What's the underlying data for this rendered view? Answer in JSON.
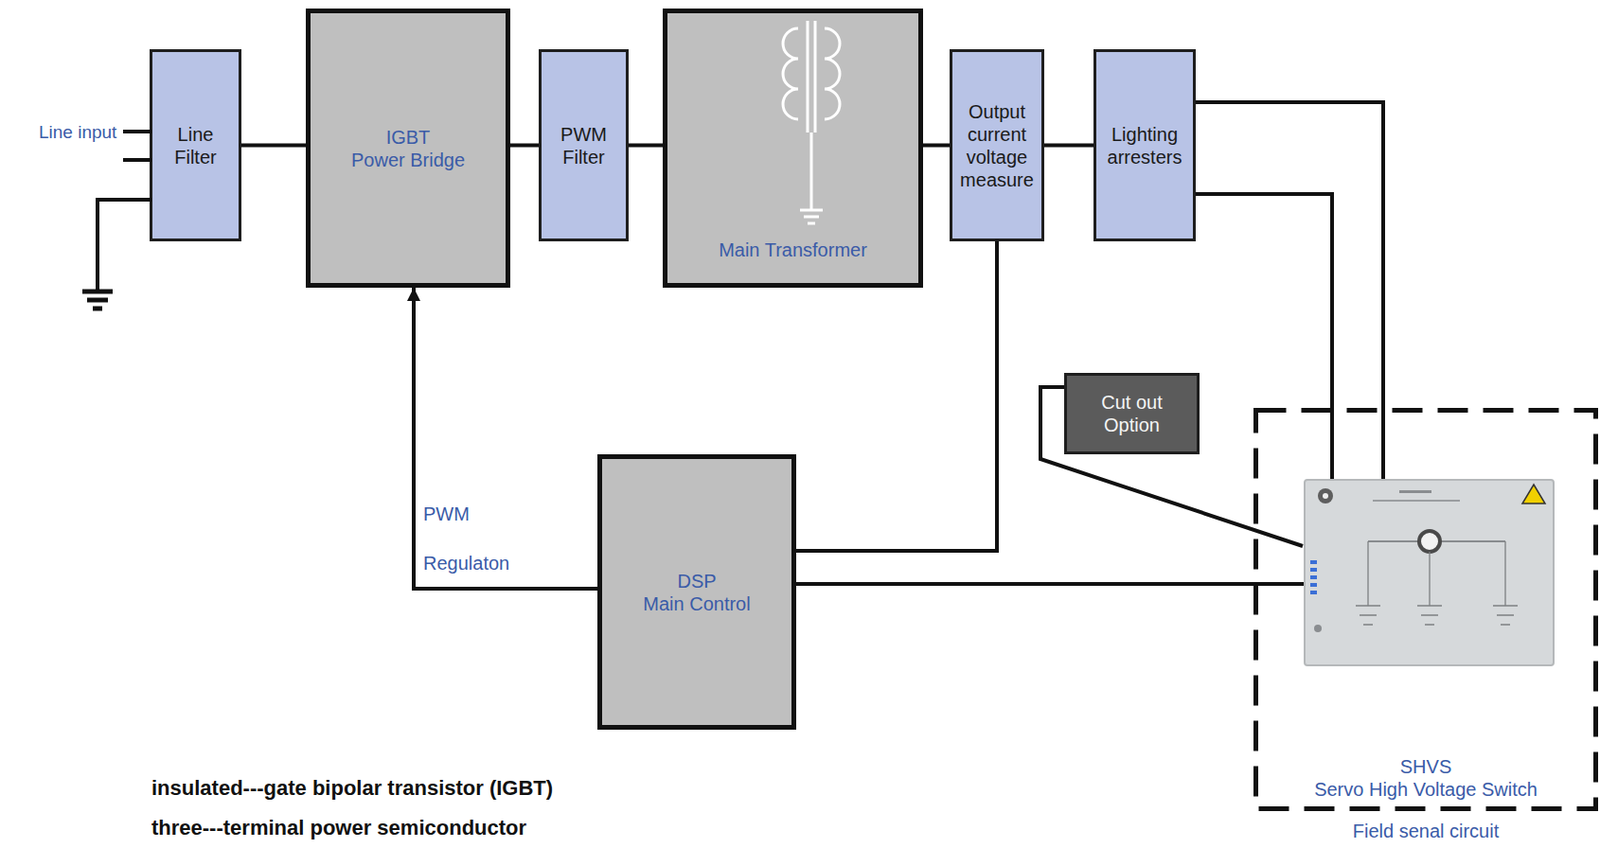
{
  "diagram": {
    "nodes": [
      {
        "text": [
          "Line Filter"
        ]
      },
      {
        "text": [
          "IGBT Power Bridge"
        ]
      },
      {
        "text": [
          "PWM Filter"
        ]
      },
      {
        "text": [
          "Main Transformer"
        ]
      },
      {
        "text": [
          "Output current voltage measure"
        ]
      },
      {
        "text": [
          "Lighting arresters"
        ]
      },
      {
        "text": [
          "DSP Main Control"
        ]
      },
      {
        "text": [
          "Cut out Option"
        ]
      },
      {
        "text": [
          "SHVS",
          "Servo High Voltage Switch",
          "Field senal circuit"
        ]
      }
    ],
    "edges": [
      {
        "from": 0,
        "to": 1,
        "arrow": "none"
      },
      {
        "from": 1,
        "to": 2,
        "arrow": "none"
      },
      {
        "from": 2,
        "to": 3,
        "arrow": "none"
      },
      {
        "from": 3,
        "to": 4,
        "arrow": "none"
      },
      {
        "from": 4,
        "to": 5,
        "arrow": "none"
      },
      {
        "from": 5,
        "to": 8,
        "arrow": "none"
      },
      {
        "from": 5,
        "to": 8,
        "arrow": "none"
      },
      {
        "from": 4,
        "to": 6,
        "arrow": "none"
      },
      {
        "from": 6,
        "to": 1,
        "label": "PWM Regulaton",
        "arrow": "to"
      },
      {
        "from": 6,
        "to": 8,
        "arrow": "none"
      },
      {
        "from": 7,
        "to": 8,
        "arrow": "none"
      }
    ],
    "labels": [
      "Line input",
      "insulated---gate bipolar transistor (IGBT)",
      "three---terminal power semiconductor"
    ]
  }
}
